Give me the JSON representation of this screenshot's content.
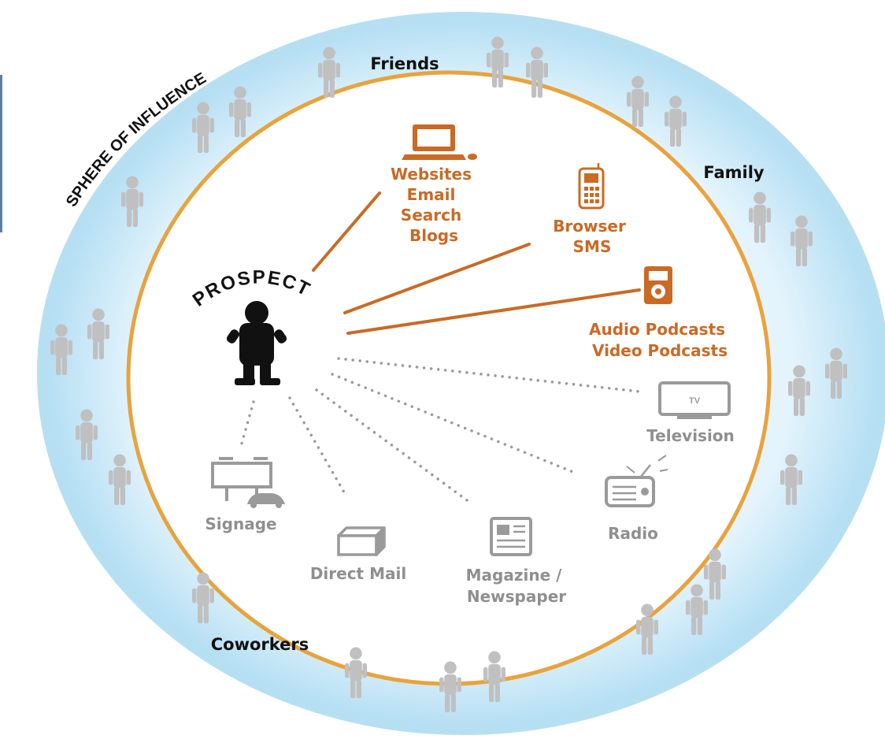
{
  "sphere_label": "SPHERE OF INFLUENCE",
  "prospect_label": "PROSPECT",
  "groups": {
    "friends": "Friends",
    "family": "Family",
    "coworkers": "Coworkers"
  },
  "online_channels": {
    "web": [
      "Websites",
      "Email",
      "Search",
      "Blogs"
    ],
    "mobile": [
      "Browser",
      "SMS"
    ],
    "podcast": [
      "Audio Podcasts",
      "Video Podcasts"
    ]
  },
  "offline_channels": {
    "television": "Television",
    "tv_icon_text": "TV",
    "radio": "Radio",
    "magazine": [
      "Magazine /",
      "Newspaper"
    ],
    "direct_mail": "Direct Mail",
    "signage": "Signage"
  },
  "colors": {
    "outer_ring": "#c4e6f6",
    "inner_ring": "#e8a33d",
    "online": "#c96a25",
    "offline": "#8f8f8f",
    "people": "#bfbfbf",
    "prospect": "#111111"
  }
}
